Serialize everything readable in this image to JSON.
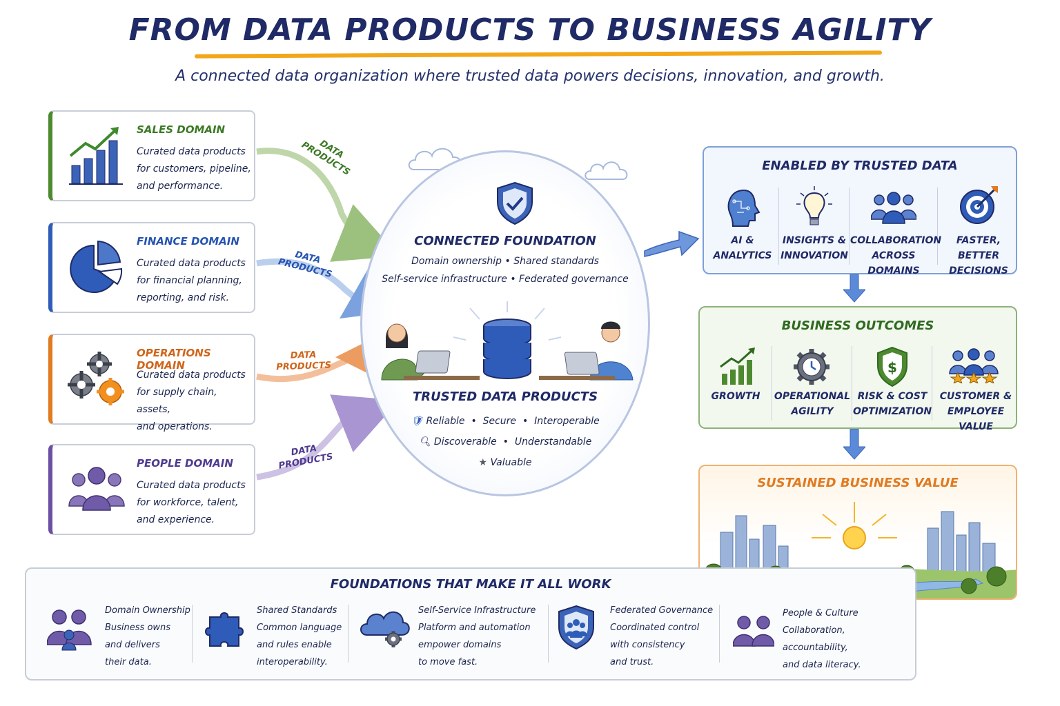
{
  "title": "FROM DATA PRODUCTS TO BUSINESS AGILITY",
  "subtitle": "A connected data organization where trusted data powers decisions, innovation, and growth.",
  "colors": {
    "sales": "#4d8a2f",
    "finance": "#2e5cb8",
    "operations": "#e07b22",
    "people": "#6a4fa3",
    "navy": "#1f2a66",
    "accent": "#f2a71b"
  },
  "domains": [
    {
      "title": "SALES DOMAIN",
      "lines": [
        "Curated data products",
        "for customers, pipeline,",
        "and performance."
      ],
      "icon": "bar-chart-growth-icon"
    },
    {
      "title": "FINANCE DOMAIN",
      "lines": [
        "Curated data products",
        "for financial planning,",
        "reporting, and risk."
      ],
      "icon": "pie-chart-icon"
    },
    {
      "title": "OPERATIONS DOMAIN",
      "lines": [
        "Curated data products",
        "for supply chain, assets,",
        "and operations."
      ],
      "icon": "gears-icon"
    },
    {
      "title": "PEOPLE DOMAIN",
      "lines": [
        "Curated data products",
        "for workforce, talent,",
        "and experience."
      ],
      "icon": "people-group-icon"
    }
  ],
  "flow_label": {
    "line1": "DATA",
    "line2": "PRODUCTS"
  },
  "center": {
    "title": "CONNECTED FOUNDATION",
    "line1": "Domain ownership  •  Shared standards",
    "line2": "Self-service infrastructure  •  Federated governance",
    "products_title": "TRUSTED DATA PRODUCTS",
    "attr1": "Reliable",
    "attr2": "Secure",
    "attr3": "Interoperable",
    "attr4": "Discoverable",
    "attr5": "Understandable",
    "attr6": "Valuable"
  },
  "enabled": {
    "title": "ENABLED BY TRUSTED DATA",
    "items": [
      {
        "l1": "AI &",
        "l2": "ANALYTICS",
        "icon": "ai-head-icon"
      },
      {
        "l1": "INSIGHTS &",
        "l2": "INNOVATION",
        "icon": "lightbulb-icon"
      },
      {
        "l1": "COLLABORATION",
        "l2": "ACROSS DOMAINS",
        "icon": "team-icon"
      },
      {
        "l1": "FASTER, BETTER",
        "l2": "DECISIONS",
        "icon": "target-icon"
      }
    ]
  },
  "outcomes": {
    "title": "BUSINESS OUTCOMES",
    "items": [
      {
        "l1": "GROWTH",
        "l2": "",
        "icon": "growth-chart-icon"
      },
      {
        "l1": "OPERATIONAL",
        "l2": "AGILITY",
        "icon": "gear-clock-icon"
      },
      {
        "l1": "RISK & COST",
        "l2": "OPTIMIZATION",
        "icon": "dollar-shield-icon"
      },
      {
        "l1": "CUSTOMER &",
        "l2": "EMPLOYEE VALUE",
        "icon": "people-stars-icon"
      }
    ]
  },
  "sustained": {
    "title": "SUSTAINED BUSINESS VALUE"
  },
  "foundations": {
    "title": "FOUNDATIONS THAT MAKE IT ALL WORK",
    "items": [
      {
        "head": "Domain Ownership",
        "lines": [
          "Business owns",
          "and delivers",
          "their data."
        ],
        "icon": "owners-icon"
      },
      {
        "head": "Shared Standards",
        "lines": [
          "Common language",
          "and rules enable",
          "interoperability."
        ],
        "icon": "puzzle-icon"
      },
      {
        "head": "Self-Service Infrastructure",
        "lines": [
          "Platform and automation",
          "empower domains",
          "to move fast."
        ],
        "icon": "cloud-gear-icon"
      },
      {
        "head": "Federated Governance",
        "lines": [
          "Coordinated control",
          "with consistency",
          "and trust."
        ],
        "icon": "governance-shield-icon"
      },
      {
        "head": "People & Culture",
        "lines": [
          "Collaboration,",
          "accountability,",
          "and data literacy."
        ],
        "icon": "culture-people-icon"
      }
    ]
  }
}
